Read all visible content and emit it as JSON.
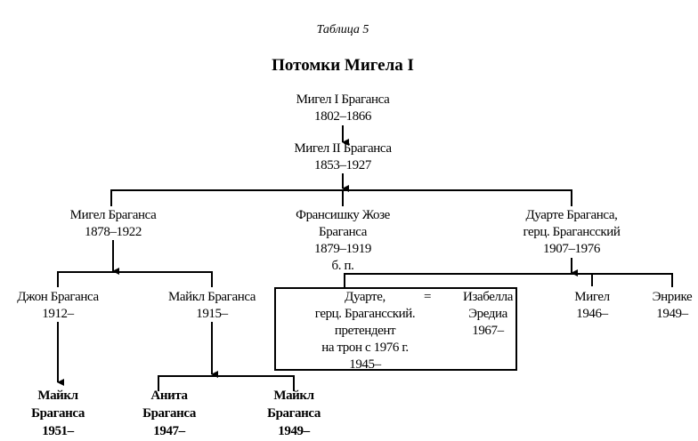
{
  "caption": "Таблица 5",
  "title": "Потомки Мигела I",
  "people": {
    "miguel1": {
      "name": "Мигел I Браганса",
      "years": "1802–1866"
    },
    "miguel2": {
      "name": "Мигел II Браганса",
      "years": "1853–1927"
    },
    "miguel_b": {
      "name": "Мигел Браганса",
      "years": "1878–1922"
    },
    "francisco": {
      "name1": "Франсишку Жозе",
      "name2": "Браганса",
      "years": "1879–1919",
      "note": "б. п."
    },
    "duarte_b": {
      "name": "Дуарте Браганса,",
      "title": "герц. Брагансский",
      "years": "1907–1976"
    },
    "john": {
      "name": "Джон Браганса",
      "years": "1912–"
    },
    "michael": {
      "name": "Майкл Браганса",
      "years": "1915–"
    },
    "duarte": {
      "name": "Дуарте,",
      "title": "герц. Брагансский.",
      "line3": "претендент",
      "line4": "на трон с 1976 г.",
      "years": "1945–"
    },
    "marriage_sign": "=",
    "isabel": {
      "name1": "Изабелла",
      "name2": "Эредиа",
      "years": "1967–"
    },
    "miguel_c": {
      "name": "Мигел",
      "years": "1946–"
    },
    "henrique": {
      "name": "Энрике",
      "years": "1949–"
    },
    "michael_jr": {
      "name1": "Майкл",
      "name2": "Браганса",
      "years": "1951–"
    },
    "anita": {
      "name1": "Анита",
      "name2": "Браганса",
      "years": "1947–"
    },
    "michael2": {
      "name1": "Майкл",
      "name2": "Браганса",
      "years": "1949–"
    }
  }
}
